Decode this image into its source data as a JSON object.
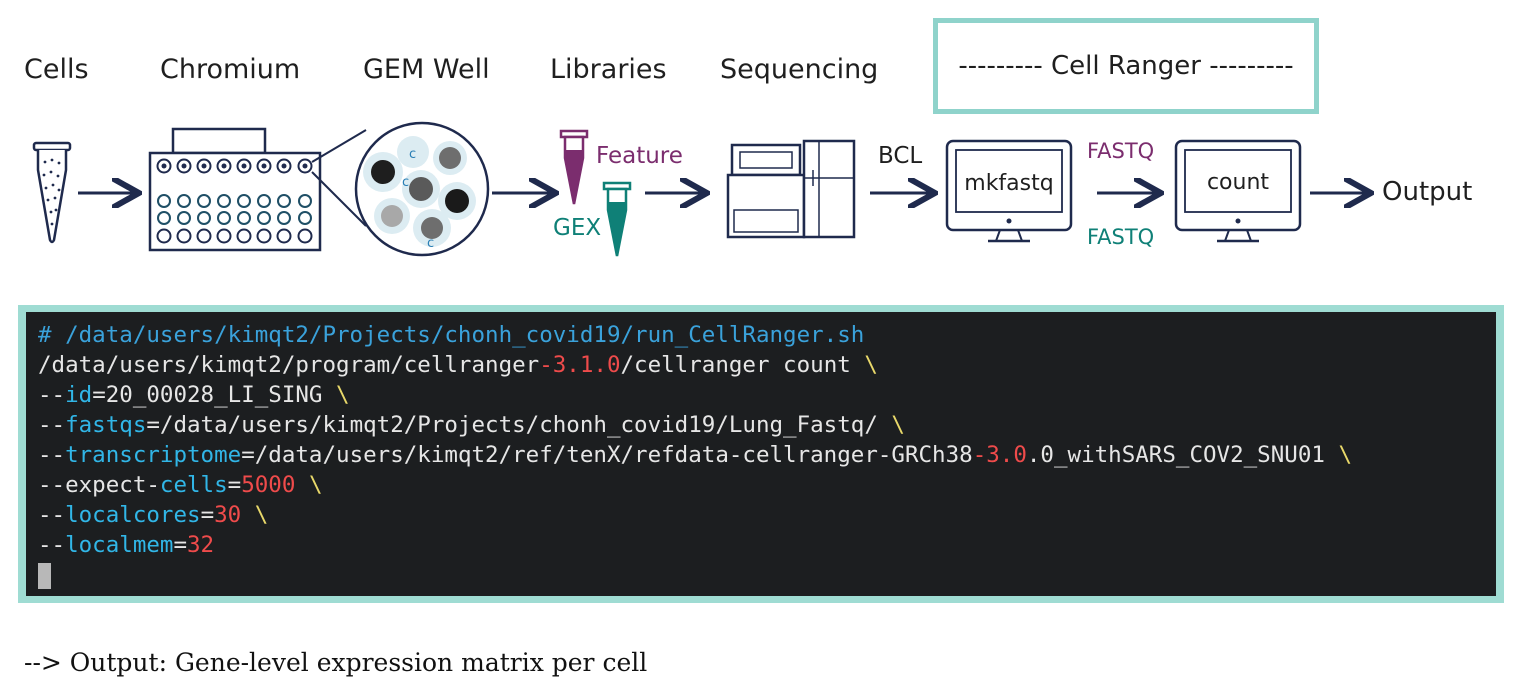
{
  "stages": {
    "cells": "Cells",
    "chromium": "Chromium",
    "gem_well": "GEM Well",
    "libraries": "Libraries",
    "sequencing": "Sequencing",
    "cell_ranger": "--------- Cell Ranger ---------"
  },
  "diagram": {
    "feature": "Feature",
    "gex": "GEX",
    "bcl": "BCL",
    "fastq_top": "FASTQ",
    "fastq_bottom": "FASTQ",
    "mkfastq": "mkfastq",
    "count": "count",
    "output": "Output",
    "bead_letter": "c"
  },
  "terminal": {
    "comment": "# /data/users/kimqt2/Projects/chonh_covid19/run_CellRanger.sh",
    "l1_a": "/data/users/kimqt2/program/cellranger",
    "l1_b": "-3.1.0",
    "l1_c": "/cellranger count ",
    "l2_dash": "--",
    "l2_opt": "id",
    "l2_val": "=20_00028_LI_SING ",
    "l3_dash": "--",
    "l3_opt": "fastqs",
    "l3_val": "=/data/users/kimqt2/Projects/chonh_covid19/Lung_Fastq/ ",
    "l4_dash": "--",
    "l4_opt": "transcriptome",
    "l4_val_a": "=/data/users/kimqt2/ref/tenX/refdata-cellranger-GRCh38",
    "l4_val_b": "-3.0",
    "l4_val_c": ".0_withSARS_COV2_SNU01 ",
    "l5_a": "--expect-",
    "l5_opt": "cells",
    "l5_eq": "=",
    "l5_num": "5000",
    "l6_dash": "--",
    "l6_opt": "localcores",
    "l6_eq": "=",
    "l6_num": "30",
    "l7_dash": "--",
    "l7_opt": "localmem",
    "l7_eq": "=",
    "l7_num": "32",
    "backslash": "\\"
  },
  "footer": "--> Output: Gene-level expression matrix per cell",
  "colors": {
    "frame": "#8fd3cb",
    "navy": "#1f2a4d",
    "purple": "#7b2d6e",
    "teal": "#0f8077"
  }
}
